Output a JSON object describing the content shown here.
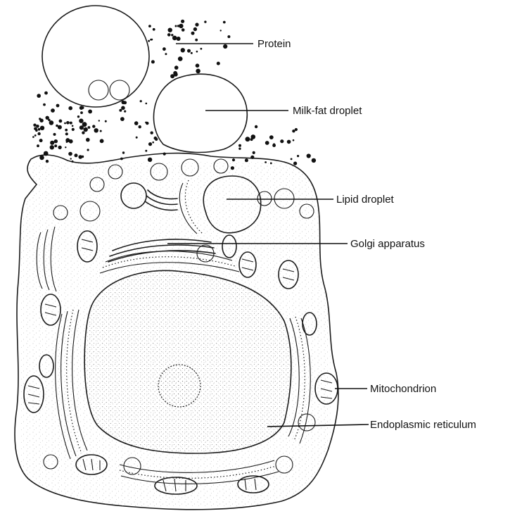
{
  "diagram": {
    "labels": [
      {
        "id": "protein",
        "text": "Protein"
      },
      {
        "id": "milk-fat-droplet",
        "text": "Milk-fat droplet"
      },
      {
        "id": "lipid-droplet",
        "text": "Lipid droplet"
      },
      {
        "id": "golgi-apparatus",
        "text": "Golgi apparatus"
      },
      {
        "id": "mitochondrion",
        "text": "Mitochondrion"
      },
      {
        "id": "endoplasmic-reticulum",
        "text": "Endoplasmic  reticulum"
      }
    ]
  },
  "colors": {
    "ink": "#1a1a1a",
    "background": "#ffffff",
    "nucleus_fill": "#f3f3f3"
  }
}
